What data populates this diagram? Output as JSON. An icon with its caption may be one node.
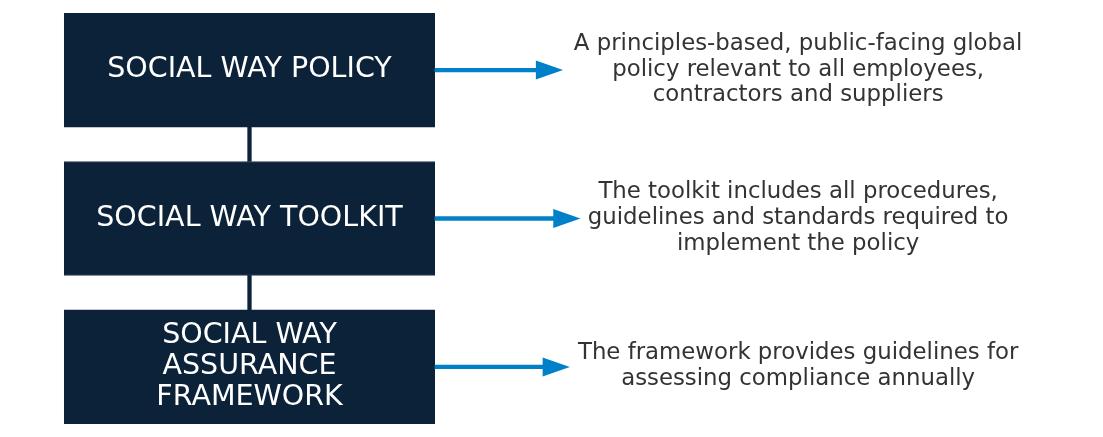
{
  "diagram": {
    "nodes": [
      {
        "text": [
          "SOCIAL WAY POLICY"
        ]
      },
      {
        "text": [
          "SOCIAL WAY TOOLKIT"
        ]
      },
      {
        "text": [
          "SOCIAL WAY ASSURANCE FRAMEWORK"
        ]
      },
      {
        "text": [
          "A principles-based, public-facing global policy relevant to all employees, contractors and suppliers"
        ]
      },
      {
        "text": [
          "The toolkit includes all procedures, guidelines and standards required to implement the policy"
        ]
      },
      {
        "text": [
          "The framework provides guidelines for assessing compliance annually"
        ]
      }
    ],
    "edges": [
      {
        "from": 0,
        "to": 1,
        "arrow": "none",
        "color": "#0b2239"
      },
      {
        "from": 1,
        "to": 2,
        "arrow": "none",
        "color": "#0b2239"
      },
      {
        "from": 0,
        "to": 3,
        "arrow": "to"
      },
      {
        "from": 1,
        "to": 4,
        "arrow": "to"
      },
      {
        "from": 2,
        "to": 5,
        "arrow": "to"
      }
    ]
  }
}
